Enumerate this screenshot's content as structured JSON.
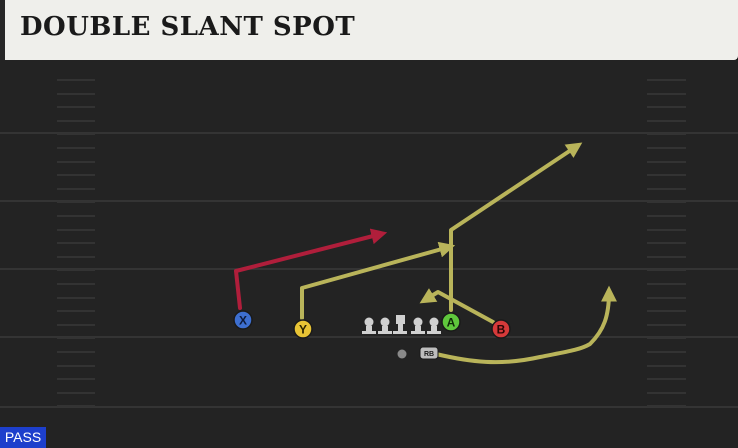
{
  "play": {
    "title": "DOUBLE SLANT SPOT",
    "type_badge": "PASS"
  },
  "players": [
    {
      "id": "X",
      "label": "X",
      "color": "#3d6fd0"
    },
    {
      "id": "Y",
      "label": "Y",
      "color": "#e8c435"
    },
    {
      "id": "A",
      "label": "A",
      "color": "#5fc73c"
    },
    {
      "id": "B",
      "label": "B",
      "color": "#d63a3a"
    },
    {
      "id": "RB",
      "label": "RB",
      "color": "#bdbdbd"
    }
  ],
  "colors": {
    "route_primary": "#b01e3b",
    "route_secondary": "#b9b45a",
    "lineman": "#cfcfcf",
    "field": "#232323",
    "yard_line": "#3a3a3a"
  }
}
